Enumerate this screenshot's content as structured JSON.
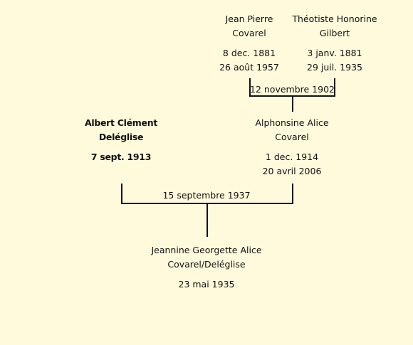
{
  "people": {
    "jean_pierre": {
      "first_names": "Jean Pierre",
      "surname": "Covarel",
      "birth": "8 dec. 1881",
      "death": "26 août 1957"
    },
    "theotiste": {
      "first_names": "Théotiste Honorine",
      "surname": "Gilbert",
      "birth": "3 janv. 1881",
      "death": "29 juil. 1935"
    },
    "albert": {
      "first_names": "Albert Clément",
      "surname": "Deléglise",
      "birth": "7 sept. 1913"
    },
    "alphonsine": {
      "first_names": "Alphonsine Alice",
      "surname": "Covarel",
      "birth": "1 dec. 1914",
      "death": "20 avril 2006"
    },
    "jeannine": {
      "first_names": "Jeannine Georgette Alice",
      "surname": "Covarel/Deléglise",
      "birth": "23 mai 1935"
    }
  },
  "marriages": {
    "covarel_gilbert": "12 novembre 1902",
    "deleglise_covarel": "15 septembre 1937"
  }
}
